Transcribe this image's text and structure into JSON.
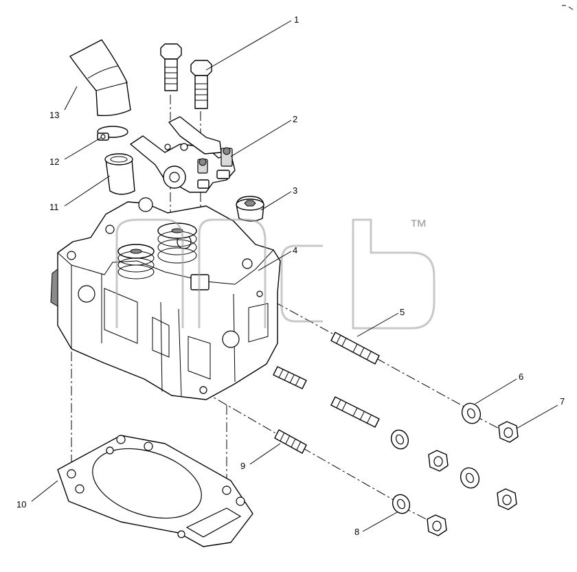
{
  "watermark": {
    "mark": "™"
  },
  "callouts": [
    {
      "id": "1",
      "label": "1"
    },
    {
      "id": "2",
      "label": "2"
    },
    {
      "id": "3",
      "label": "3"
    },
    {
      "id": "4",
      "label": "4"
    },
    {
      "id": "5",
      "label": "5"
    },
    {
      "id": "6",
      "label": "6"
    },
    {
      "id": "7",
      "label": "7"
    },
    {
      "id": "8",
      "label": "8"
    },
    {
      "id": "9",
      "label": "9"
    },
    {
      "id": "10",
      "label": "10"
    },
    {
      "id": "11",
      "label": "11"
    },
    {
      "id": "12",
      "label": "12"
    },
    {
      "id": "13",
      "label": "13"
    }
  ]
}
